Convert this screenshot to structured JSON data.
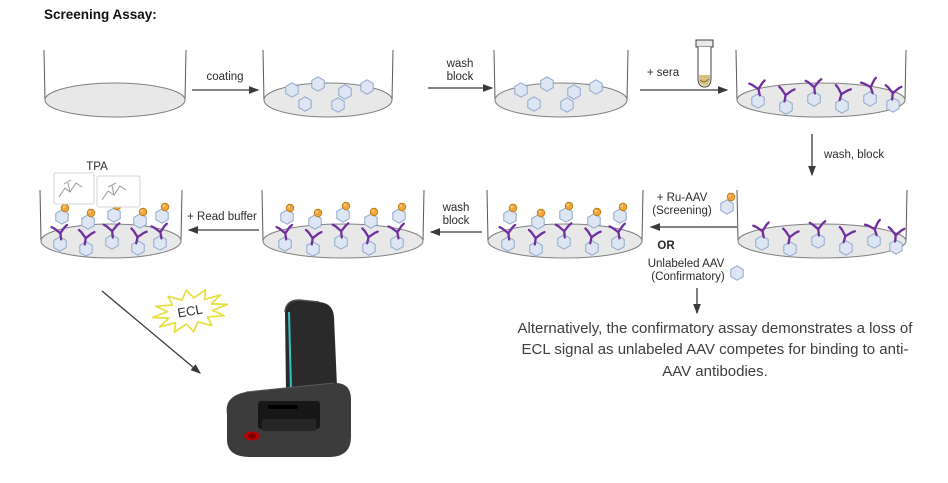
{
  "title": "Screening Assay:",
  "arrows": {
    "coating": "coating",
    "wash_block_top": {
      "line1": "wash",
      "line2": "block"
    },
    "sera": "+ sera",
    "wash_block_side": "wash, block",
    "ru_aav": {
      "line1": "+ Ru-AAV",
      "line2": "(Screening)"
    },
    "or": "OR",
    "unlabeled_aav": {
      "line1": "Unlabeled AAV",
      "line2": "(Confirmatory)"
    },
    "wash_block_bottom": {
      "line1": "wash",
      "line2": "block"
    },
    "read_buffer": "+ Read buffer"
  },
  "labels": {
    "tpa": "TPA",
    "ecl": "ECL"
  },
  "caption": {
    "line1": "Alternatively, the confirmatory assay demonstrates a loss of",
    "line2": "ECL signal as unlabeled AAV competes for binding to anti-",
    "line3": "AAV antibodies."
  },
  "icons": {
    "aav_capsid": "hexagon-capsid",
    "anti_aav_antibody": "purple-y-antibody",
    "ru_tag": "orange-ru-dot",
    "sera_tube": "sample-tube",
    "plate_reader": "ecl-plate-reader"
  },
  "colors": {
    "aav_fill": "#dde6f2",
    "aav_stroke": "#8fa9d0",
    "antibody": "#6f2f9f",
    "ru_label": "#f0a638",
    "ecl_star": "#e6df3e",
    "arrow": "#3a3a3a",
    "dish_fill": "#e8e8e8",
    "dish_stroke": "#808080",
    "instrument_dark": "#2a2a2a",
    "instrument_base": "#3c3c3c",
    "instrument_accent": "#35c2c2",
    "logo_red": "#b30000"
  }
}
